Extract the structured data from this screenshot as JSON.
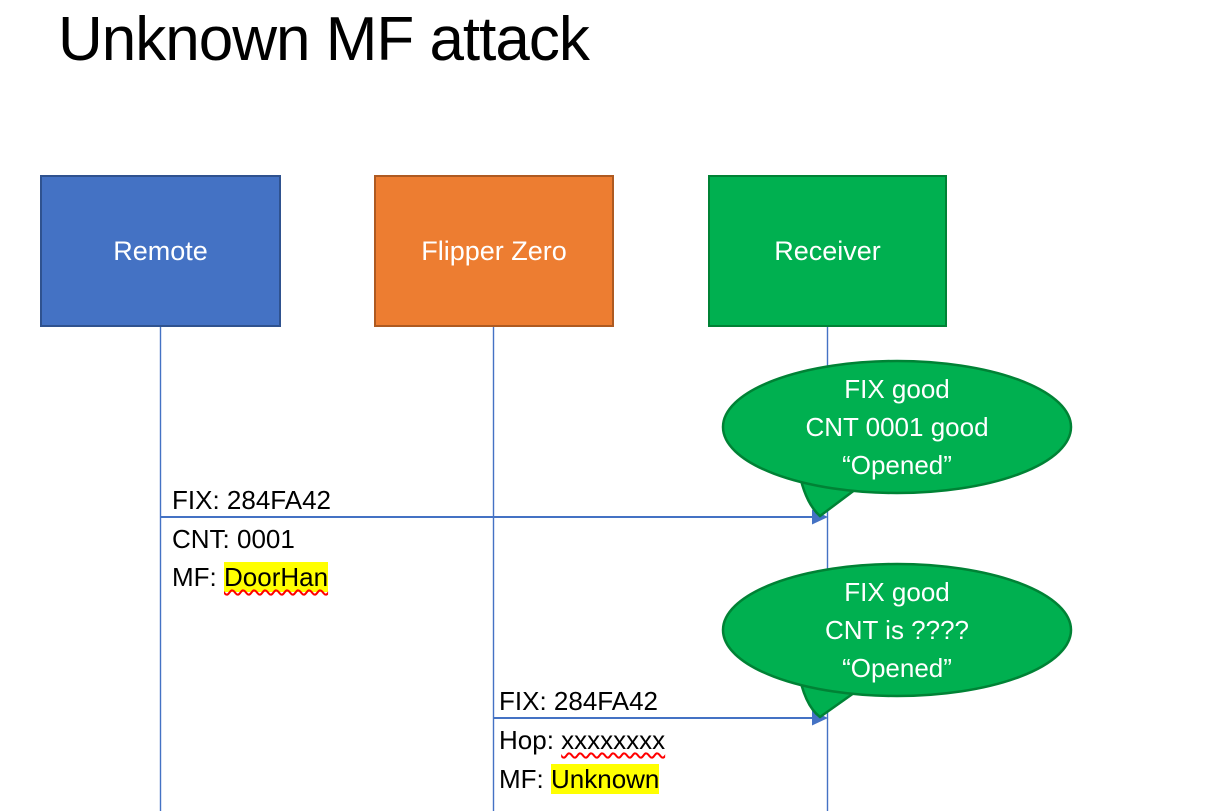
{
  "title": "Unknown MF attack",
  "colors": {
    "remote_fill": "#4472C4",
    "remote_border": "#2F528F",
    "flipper_fill": "#ED7D31",
    "flipper_border": "#AE5A21",
    "receiver_fill": "#00B050",
    "receiver_border": "#008235",
    "bubble_fill": "#00B050",
    "bubble_border": "#008235",
    "lifeline_blue": "#4472C4",
    "highlight_yellow": "#FFFF00",
    "underline_red": "#FF0000"
  },
  "actors": [
    {
      "id": "remote",
      "label": "Remote"
    },
    {
      "id": "flipper",
      "label": "Flipper Zero"
    },
    {
      "id": "receiver",
      "label": "Receiver"
    }
  ],
  "messages": [
    {
      "from": "Remote",
      "to": "Receiver",
      "lines": [
        {
          "prefix": "FIX: ",
          "value": "284FA42"
        },
        {
          "prefix": "CNT: ",
          "value": "0001"
        },
        {
          "prefix": "MF: ",
          "value": "DoorHan"
        }
      ]
    },
    {
      "from": "Flipper Zero",
      "to": "Receiver",
      "lines": [
        {
          "prefix": "FIX: ",
          "value": "284FA42"
        },
        {
          "prefix": "Hop: ",
          "value": "xxxxxxxx"
        },
        {
          "prefix": "MF: ",
          "value": "Unknown"
        }
      ]
    }
  ],
  "callouts": [
    {
      "lines": [
        "FIX good",
        "CNT 0001 good",
        "“Opened”"
      ]
    },
    {
      "lines": [
        "FIX good",
        "CNT is ????",
        "“Opened”"
      ]
    }
  ]
}
